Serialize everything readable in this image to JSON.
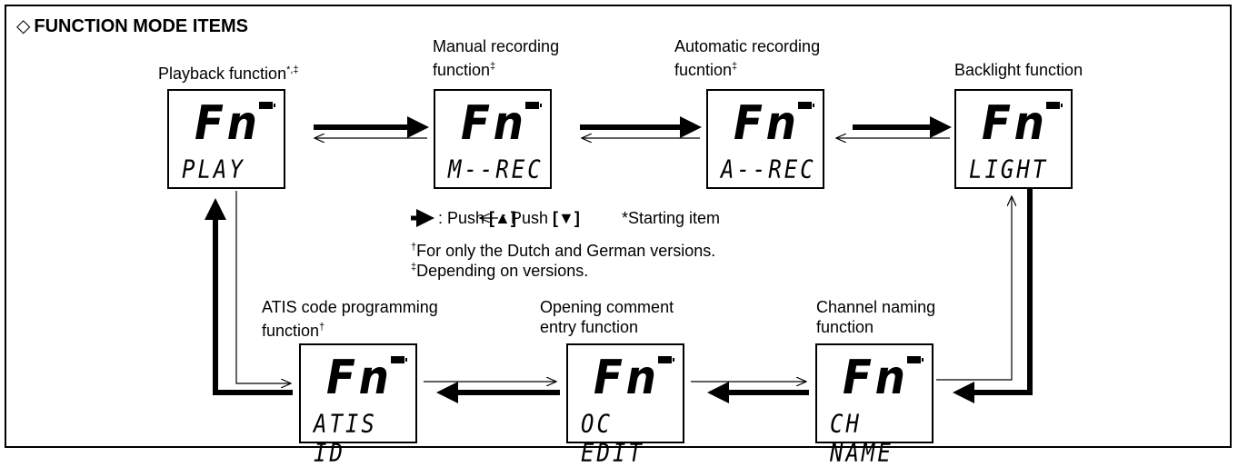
{
  "title": "FUNCTION MODE ITEMS",
  "title_marker": "◇",
  "lcd_fn_text": "Fn",
  "items": [
    {
      "label": "Playback function",
      "mark": "*,‡",
      "display": "PLAY"
    },
    {
      "label1": "Manual recording",
      "label2": "function",
      "mark": "‡",
      "display": "M--REC"
    },
    {
      "label1": "Automatic recording",
      "label2": "fucntion",
      "mark": "‡",
      "display": "A--REC"
    },
    {
      "label": "Backlight function",
      "display": "LIGHT"
    },
    {
      "label1": "ATIS code programming",
      "label2": "function",
      "mark": "†",
      "display": "ATIS ID"
    },
    {
      "label1": "Opening comment",
      "label2": "entry function",
      "display": "OC EDIT"
    },
    {
      "label1": "Channel naming",
      "label2": "function",
      "display": "CH NAME"
    }
  ],
  "legend": {
    "push_up": ": Push",
    "up_key": "[▲]",
    "push_down": ": Push",
    "down_key": "[▼]",
    "starting": "*Starting item"
  },
  "notes": {
    "dagger_mark": "†",
    "dagger_text": "For only the Dutch and German versions.",
    "ddagger_mark": "‡",
    "ddagger_text": "Depending on versions."
  }
}
